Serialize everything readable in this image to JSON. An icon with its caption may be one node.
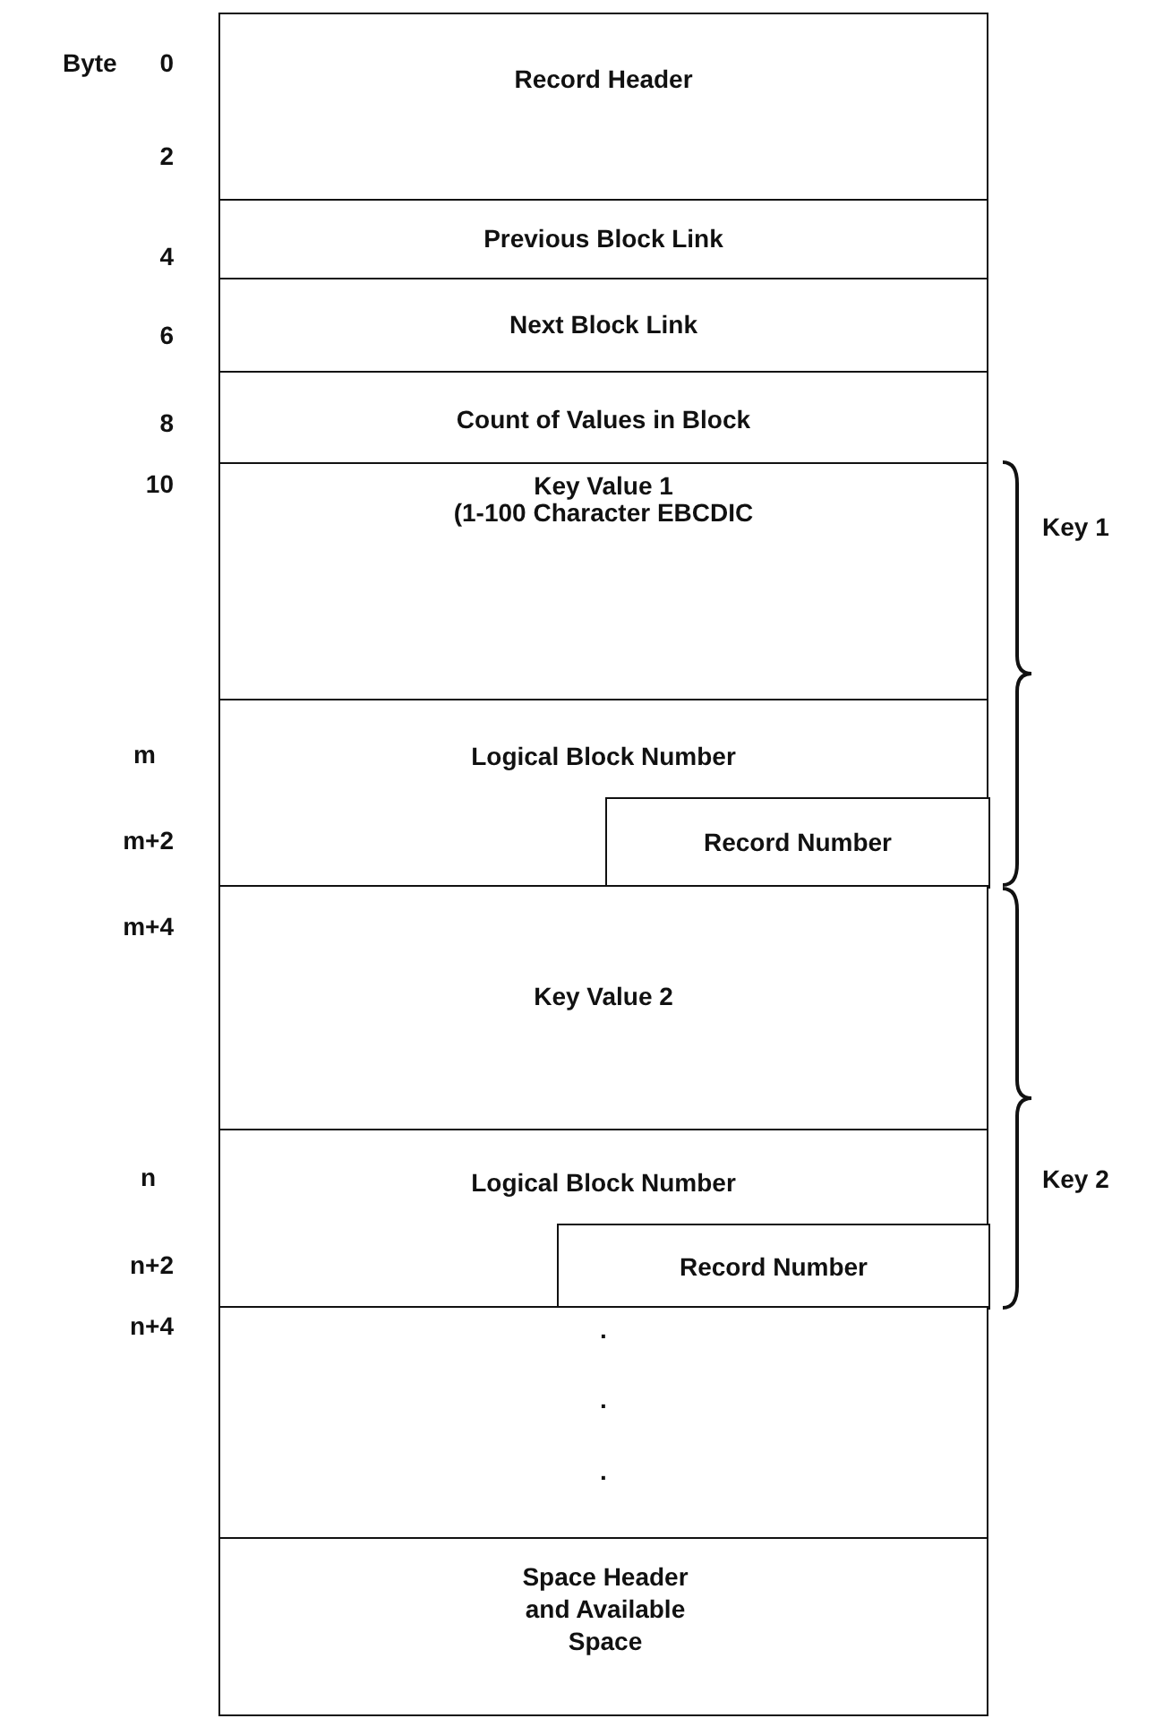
{
  "diagram": {
    "nodes": [
      {
        "text": [
          "Record Header"
        ]
      },
      {
        "text": [
          "Previous Block Link"
        ]
      },
      {
        "text": [
          "Next Block Link"
        ]
      },
      {
        "text": [
          "Count of Values in Block"
        ]
      },
      {
        "text": [
          "Key Value 1",
          "(1-100 Character EBCDIC"
        ]
      },
      {
        "text": [
          "Logical Block Number"
        ]
      },
      {
        "text": [
          "Record Number"
        ],
        "in": 5
      },
      {
        "text": [
          "Key Value 2"
        ]
      },
      {
        "text": [
          "Logical Block Number"
        ]
      },
      {
        "text": [
          "Record Number"
        ],
        "in": 8
      },
      {
        "text": [
          ".",
          ".",
          "."
        ]
      },
      {
        "text": [
          "Space Header and Available Space"
        ]
      }
    ],
    "edges": [],
    "labels": [
      "Byte",
      "0",
      "2",
      "4",
      "6",
      "8",
      "10",
      "Key 1",
      "m",
      "m+2",
      "m+4",
      "n",
      "Key 2",
      "n+2",
      "n+4"
    ]
  }
}
